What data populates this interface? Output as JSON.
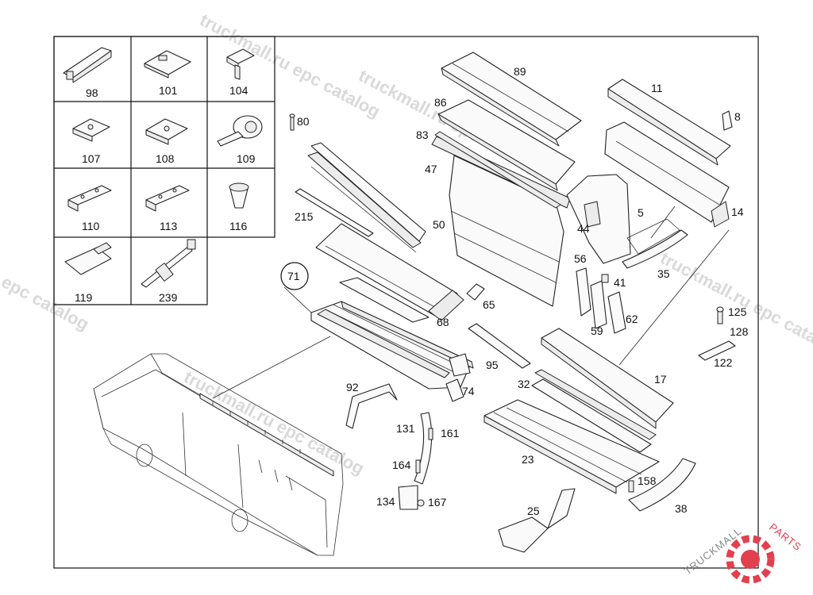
{
  "watermark": {
    "line1": "truckmall.ru epc catalog",
    "line2": "epc catalog",
    "line3": "truckmall.ru epc catalog",
    "line4": "truckmall.ru epc catalog",
    "line5": "truckmall.ru epc catalog"
  },
  "brand": {
    "part1": "TRUCKMALL",
    "part2": "PARTS",
    "color_gear": "#e2404f",
    "color_text": "#999999"
  },
  "legend_labels": [
    "98",
    "101",
    "104",
    "107",
    "108",
    "109",
    "110",
    "113",
    "116",
    "119",
    "239"
  ],
  "callouts": {
    "c8": "8",
    "c11": "11",
    "c14": "14",
    "c5": "5",
    "c44": "44",
    "c35": "35",
    "c41": "41",
    "c56": "56",
    "c59": "59",
    "c62": "62",
    "c17": "17",
    "c32": "32",
    "c23": "23",
    "c25": "25",
    "c38": "38",
    "c158": "158",
    "c125": "125",
    "c128": "128",
    "c122": "122",
    "c89": "89",
    "c86": "86",
    "c83": "83",
    "c47": "47",
    "c50": "50",
    "c80": "80",
    "c215": "215",
    "c71": "71",
    "c68": "68",
    "c65": "65",
    "c95": "95",
    "c74": "74",
    "c92": "92",
    "c131": "131",
    "c161": "161",
    "c164": "164",
    "c134": "134",
    "c167": "167"
  }
}
